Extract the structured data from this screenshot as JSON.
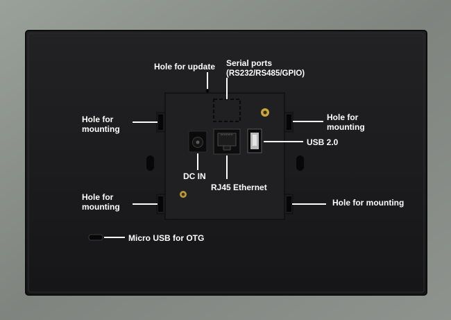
{
  "labels": {
    "hole_update": "Hole for update",
    "serial_title": "Serial ports",
    "serial_detail": "(RS232/RS485/GPIO)",
    "mount_top_left": "Hole for mounting",
    "mount_top_right": "Hole for mounting",
    "usb20": "USB 2.0",
    "dc_in": "DC IN",
    "rj45": "RJ45 Ethernet",
    "mount_bottom_left": "Hole for mounting",
    "mount_bottom_right": "Hole for mounting",
    "micro_usb": "Micro USB for OTG"
  },
  "colors": {
    "background": "#8a8f8a",
    "panel": "#1c1c1e",
    "bracket": "#202022",
    "label": "#ffffff",
    "leader": "#ffffff",
    "screw": "#c9a640"
  }
}
